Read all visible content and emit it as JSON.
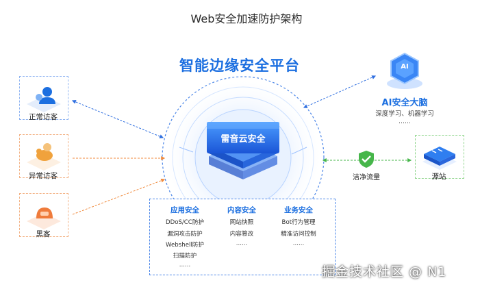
{
  "title": "Web安全加速防护架构",
  "platform": {
    "title": "智能边缘安全平台",
    "logo_text": "雷音云安全"
  },
  "left_nodes": [
    {
      "label": "正常访客",
      "icon": "person-icon",
      "color": "#1c6fe0"
    },
    {
      "label": "异常访客",
      "icon": "abnormal-visitor-icon",
      "color": "#f0a23c"
    },
    {
      "label": "黑客",
      "icon": "hacker-icon",
      "color": "#ef7b3b"
    }
  ],
  "ai": {
    "title": "AI安全大脑",
    "subtitle": "深度学习、机器学习",
    "more": "......",
    "badge": "AI"
  },
  "flow": {
    "label": "洁净流量"
  },
  "origin": {
    "label": "源站",
    "icon": "server-icon"
  },
  "services": [
    {
      "title": "应用安全",
      "items": [
        "DDoS/CC防护",
        "漏洞攻击防护",
        "Webshell防护",
        "扫描防护",
        "......"
      ]
    },
    {
      "title": "内容安全",
      "items": [
        "网站快照",
        "内容篡改",
        "......"
      ]
    },
    {
      "title": "业务安全",
      "items": [
        "Bot行为管理",
        "精准访问控制",
        "......"
      ]
    }
  ],
  "watermark": "掘金技术社区 @ N1",
  "colors": {
    "primary": "#1c6fe0",
    "orange": "#f0a23c",
    "green": "#46b64a"
  }
}
